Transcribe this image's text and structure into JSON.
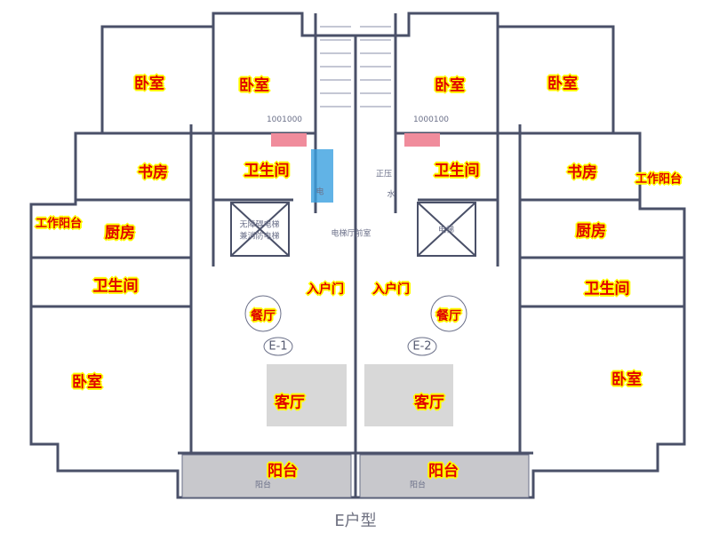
{
  "title": "E户型",
  "units": [
    "E-1",
    "E-2"
  ],
  "rooms": {
    "bed_tl": "卧室",
    "bed_tc1": "卧室",
    "bed_tc2": "卧室",
    "bed_tr": "卧室",
    "study_l": "书房",
    "study_r": "书房",
    "bath_c1": "卫生间",
    "bath_c2": "卫生间",
    "bath_l": "卫生间",
    "bath_r": "卫生间",
    "work_balcony_l": "工作阳台",
    "work_balcony_r": "工作阳台",
    "kitchen_l": "厨房",
    "kitchen_r": "厨房",
    "entry_l": "入户门",
    "entry_r": "入户门",
    "dining_l": "餐厅",
    "dining_r": "餐厅",
    "bed_bl": "卧室",
    "bed_br": "卧室",
    "living_l": "客厅",
    "living_r": "客厅",
    "balcony_l": "阳台",
    "balcony_r": "阳台"
  },
  "notes": {
    "dim_l": "1001000",
    "dim_r": "1000100",
    "elev_l1": "无障碍电梯",
    "elev_l2": "兼消防电梯",
    "lobby": "电梯厅前室",
    "elev_r": "电梯",
    "elec": "电",
    "water": "水",
    "pressure": "正压",
    "balcony_l": "阳台",
    "balcony_r": "阳台"
  },
  "colors": {
    "wall": "#4a5068",
    "shaft_blue": "#3aa0e0",
    "shaft_red": "#f08c9c",
    "balcony": "#c8c8cc"
  }
}
